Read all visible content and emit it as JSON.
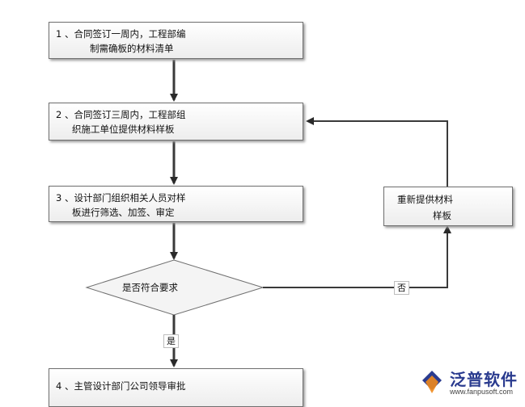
{
  "steps": [
    {
      "line1": "1 、合同签订一周内，工程部编",
      "line2": "制需确板的材料清单"
    },
    {
      "line1": "2 、合同签订三周内，工程部组",
      "line2": "织施工单位提供材料样板"
    },
    {
      "line1": "3 、设计部门组织相关人员对样",
      "line2": "板进行筛选、加签、审定"
    },
    {
      "line1": "4 、主管设计部门公司领导审批",
      "line2": ""
    }
  ],
  "decision": {
    "label": "是否符合要求",
    "yes": "是",
    "no": "否"
  },
  "redo_box": {
    "line1": "重新提供材料",
    "line2": "样板"
  },
  "logo": {
    "name": "泛普软件",
    "url": "www.fanpusoft.com"
  },
  "colors": {
    "arrow": "#3a3a3a",
    "border": "#6f6f6f",
    "logo_blue": "#2a3b8f",
    "logo_orange": "#f08a1c"
  }
}
